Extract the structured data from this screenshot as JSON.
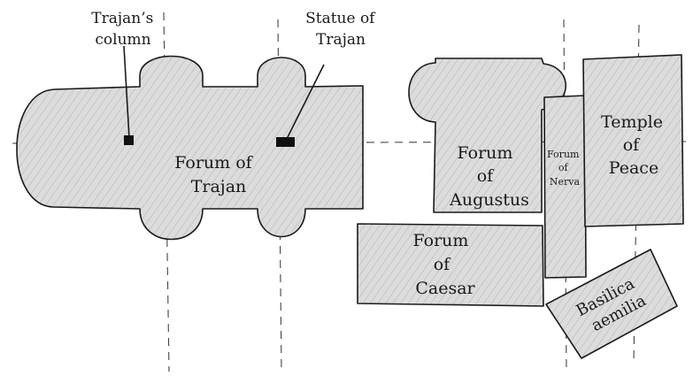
{
  "labels": {
    "trajans_column": [
      "Trajan’s",
      "column"
    ],
    "statue_of_trajan": [
      "Statue of",
      "Trajan"
    ],
    "forum_of_trajan": [
      "Forum of",
      "Trajan"
    ],
    "forum_of_augustus": [
      "Forum",
      "of",
      "Augustus"
    ],
    "forum_of_nerva": [
      "Forum",
      "of",
      "Nerva"
    ],
    "temple_of_peace": [
      "Temple",
      "of",
      "Peace"
    ],
    "forum_of_caesar": [
      "Forum",
      "of",
      "Caesar"
    ],
    "basilica_aemilia": [
      "Basilica",
      "aemilia"
    ]
  },
  "colors": {
    "fill": "#dcdcdc",
    "hatch": "#b9b9b9",
    "ink": "#1a1a1a"
  }
}
